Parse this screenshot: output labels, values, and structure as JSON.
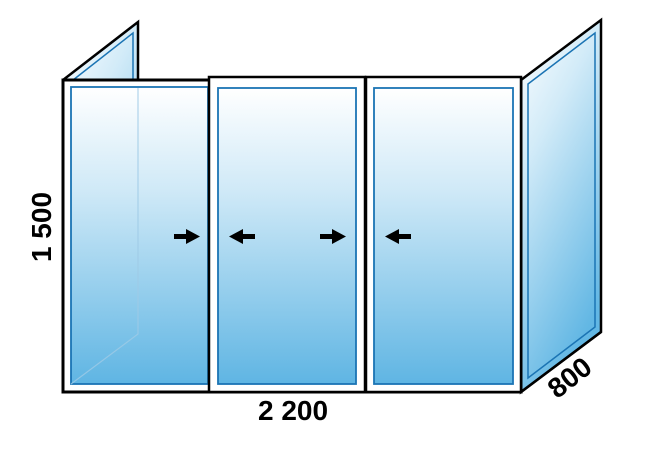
{
  "dimensions": {
    "width": "2 200",
    "height": "1 500",
    "depth": "800"
  },
  "colors": {
    "frame": "#000000",
    "sash_border": "#1b74b4",
    "glass_top": "#ffffff",
    "glass_bottom": "#5fb5e3"
  },
  "sliding_arrows": [
    "right",
    "left",
    "right",
    "left"
  ]
}
